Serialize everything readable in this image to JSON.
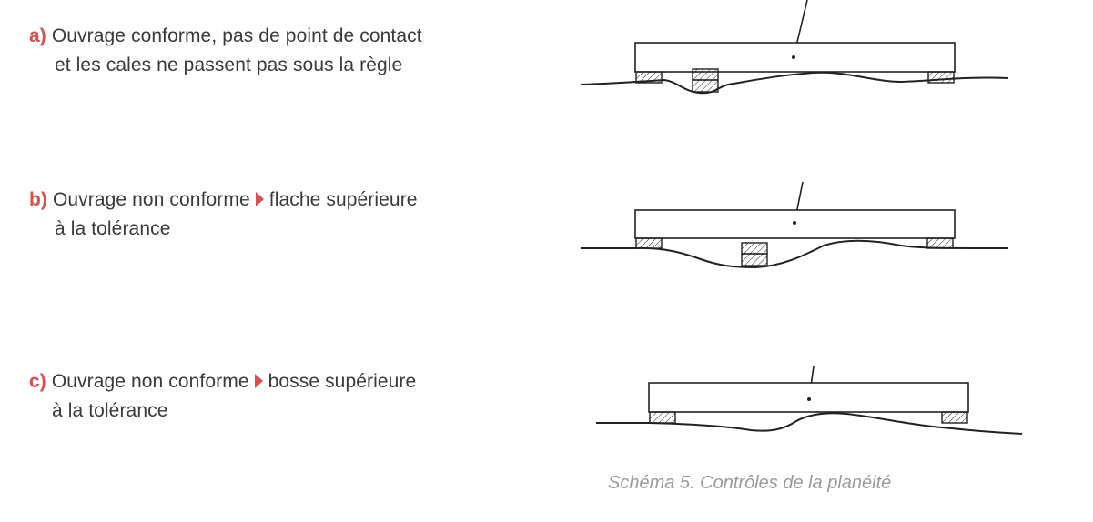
{
  "items": [
    {
      "letter": "a)",
      "line1": "Ouvrage conforme, pas de point de contact",
      "line2": "et les cales ne passent pas sous la règle"
    },
    {
      "letter": "b)",
      "line1_before": "Ouvrage non conforme",
      "line1_after": "flache supérieure",
      "line2": "à la tolérance"
    },
    {
      "letter": "c)",
      "line1_before": "Ouvrage non conforme",
      "line1_after": "bosse supérieure",
      "line2": "à la tolérance"
    }
  ],
  "caption": "Schéma 5. Contrôles de la planéité",
  "colors": {
    "accent": "#d8504f",
    "text": "#3a3a3a",
    "caption": "#9a9a9a",
    "line": "#222222"
  },
  "icons": {
    "separator": "red-triangle-arrow-icon"
  }
}
